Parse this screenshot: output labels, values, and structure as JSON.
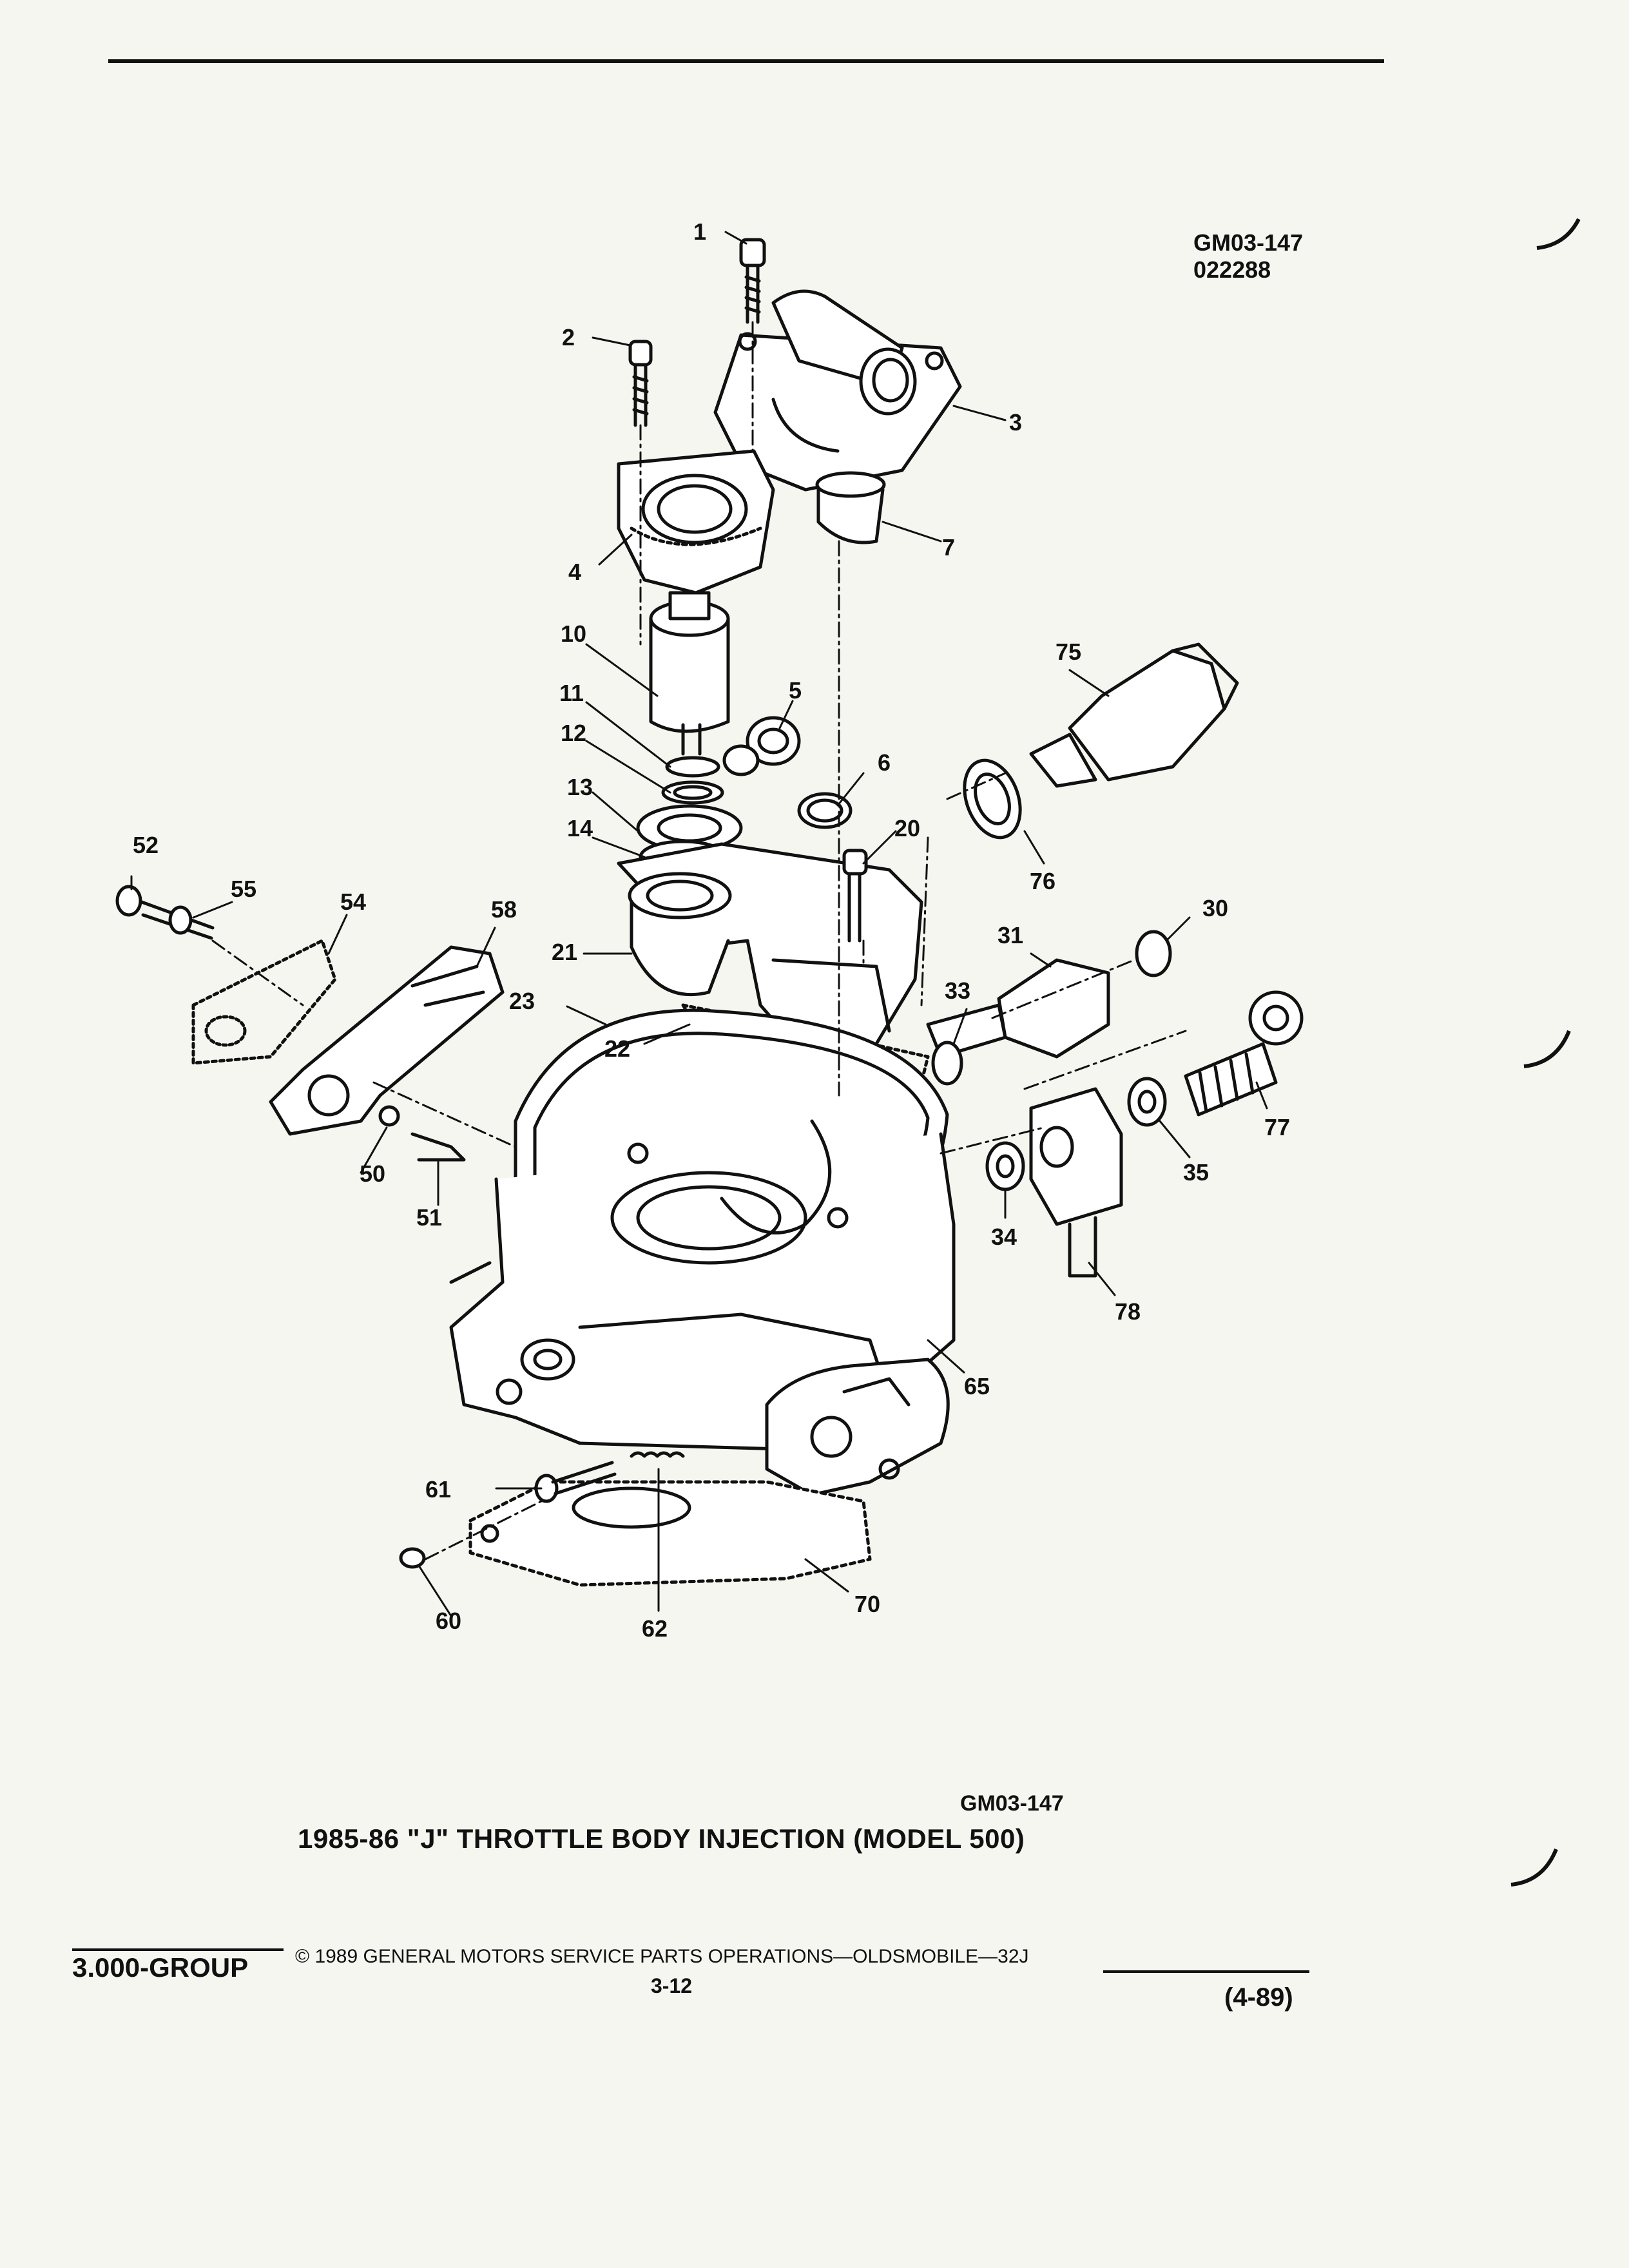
{
  "header": {
    "figure_code": "GM03-147",
    "figure_date": "022288"
  },
  "callouts": {
    "c1": "1",
    "c2": "2",
    "c3": "3",
    "c4": "4",
    "c5": "5",
    "c6": "6",
    "c7": "7",
    "c10": "10",
    "c11": "11",
    "c12": "12",
    "c13": "13",
    "c14": "14",
    "c20": "20",
    "c21": "21",
    "c22": "22",
    "c23": "23",
    "c30": "30",
    "c31": "31",
    "c33": "33",
    "c34": "34",
    "c35": "35",
    "c50": "50",
    "c51": "51",
    "c52": "52",
    "c54": "54",
    "c55": "55",
    "c58": "58",
    "c60": "60",
    "c61": "61",
    "c62": "62",
    "c65": "65",
    "c70": "70",
    "c75": "75",
    "c76": "76",
    "c77": "77",
    "c78": "78"
  },
  "caption": {
    "figure_code": "GM03-147",
    "title": "1985-86 \"J\" THROTTLE BODY INJECTION (MODEL 500)"
  },
  "footer": {
    "group": "3.000-GROUP",
    "copyright": "© 1989 GENERAL MOTORS SERVICE PARTS OPERATIONS—OLDSMOBILE—32J",
    "page": "3-12",
    "revision": "(4-89)"
  }
}
